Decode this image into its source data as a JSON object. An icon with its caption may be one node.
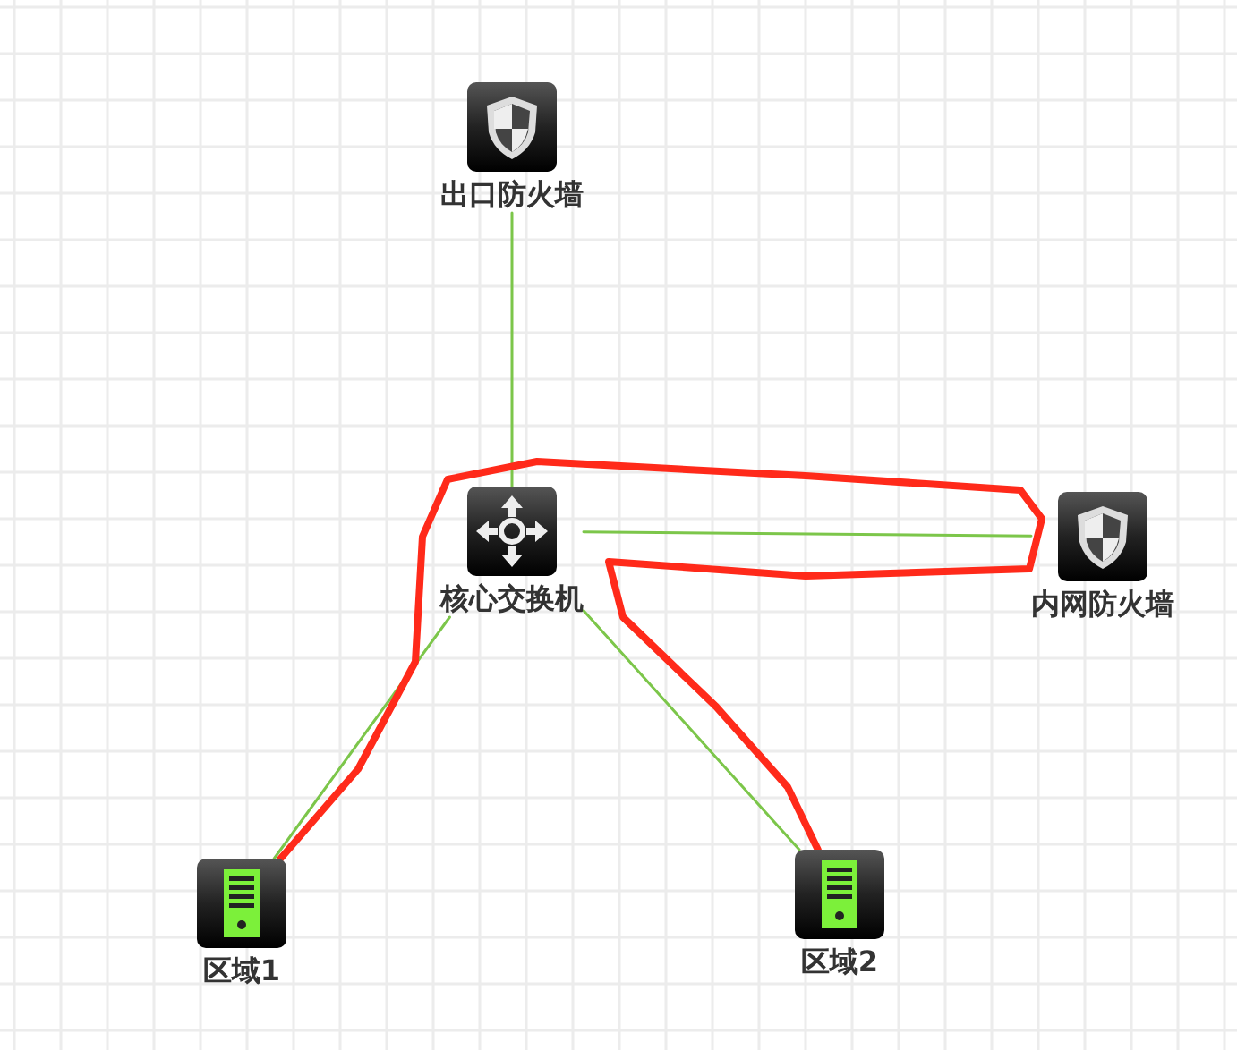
{
  "diagram": {
    "nodes": [
      {
        "text": [
          "出口防火墙"
        ]
      },
      {
        "text": [
          "核心交换机"
        ]
      },
      {
        "text": [
          "内网防火墙"
        ]
      },
      {
        "text": [
          "区域1"
        ]
      },
      {
        "text": [
          "区域2"
        ]
      }
    ],
    "edges": [
      {
        "from": 0,
        "to": 1,
        "arrow": "none"
      },
      {
        "from": 1,
        "to": 2,
        "arrow": "none"
      },
      {
        "from": 1,
        "to": 3,
        "arrow": "none"
      },
      {
        "from": 1,
        "to": 4,
        "arrow": "none"
      },
      {
        "from": 3,
        "to": 4,
        "arrow": "none",
        "style": "thick",
        "color": "#ff2a1a"
      }
    ]
  }
}
